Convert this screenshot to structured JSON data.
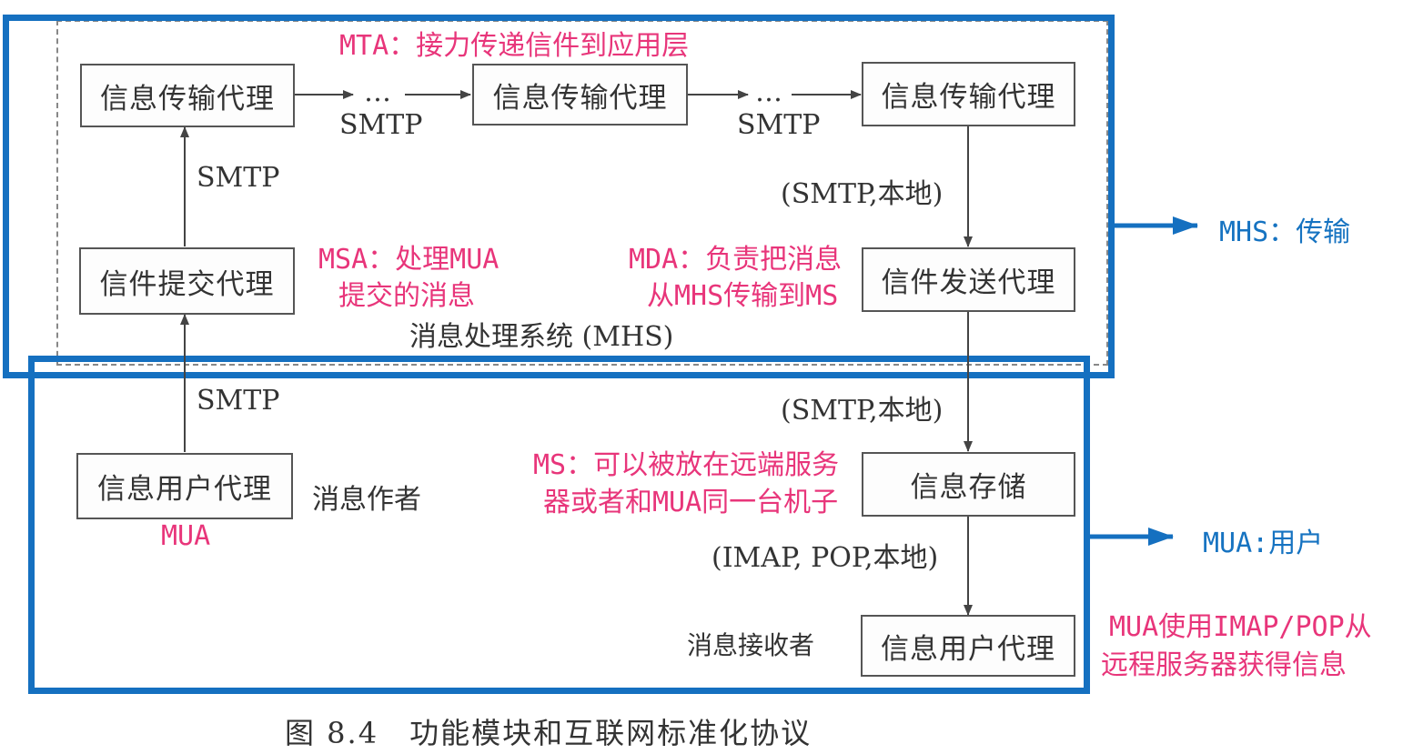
{
  "annotations": {
    "mta": "MTA：接力传递信件到应用层",
    "msa_line1": "MSA：处理MUA",
    "msa_line2": "提交的消息",
    "mda_line1": "MDA：负责把消息",
    "mda_line2": "从MHS传输到MS",
    "ms_line1": "MS：可以被放在远端服务",
    "ms_line2": "器或者和MUA同一台机子",
    "mua": "MUA",
    "mua_use_line1": "MUA使用IMAP/POP从",
    "mua_use_line2": "远程服务器获得信息"
  },
  "boxes": {
    "mta1": "信息传输代理",
    "mta2": "信息传输代理",
    "mta3": "信息传输代理",
    "submit": "信件提交代理",
    "deliver": "信件发送代理",
    "store": "信息存储",
    "ua_sender": "信息用户代理",
    "ua_receiver": "信息用户代理"
  },
  "labels": {
    "smtp_1": "SMTP",
    "smtp_2": "SMTP",
    "smtp_up1": "SMTP",
    "smtp_up2": "SMTP",
    "smtp_local_1": "(SMTP,本地)",
    "smtp_local_2": "(SMTP,本地)",
    "imap_pop_local": "(IMAP, POP,本地)",
    "mhs": "消息处理系统 (MHS)",
    "author": "消息作者",
    "receiver": "消息接收者",
    "dots1": "…",
    "dots2": "…"
  },
  "side": {
    "mhs": "MHS：传输",
    "mua": "MUA:用户"
  },
  "caption": "图 8.4　功能模块和互联网标准化协议",
  "colors": {
    "blue": "#1570c0",
    "pink": "#e8357a"
  }
}
